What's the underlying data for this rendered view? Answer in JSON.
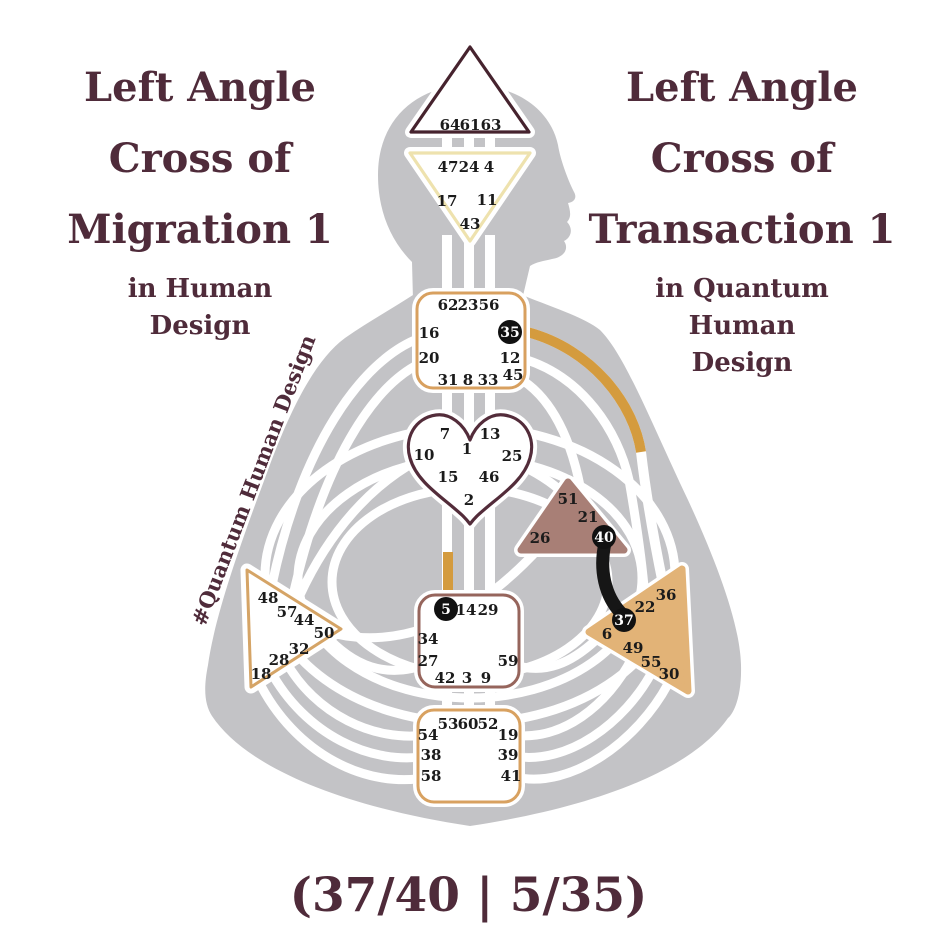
{
  "titles": {
    "left": {
      "lines": [
        "Left Angle",
        "Cross of",
        "Migration 1"
      ],
      "subtitle_lines": [
        "in Human",
        "Design"
      ]
    },
    "right": {
      "lines": [
        "Left Angle",
        "Cross of",
        "Transaction 1"
      ],
      "subtitle_lines": [
        "in Quantum",
        "Human",
        "Design"
      ]
    }
  },
  "watermark": "#Quantum Human Design",
  "cross_label": "(37/40 | 5/35)",
  "gates": {
    "head": [
      "64",
      "61",
      "63"
    ],
    "ajna": [
      "47",
      "24",
      "4",
      "17",
      "11",
      "43"
    ],
    "throat": [
      "62",
      "23",
      "56",
      "16",
      "35",
      "20",
      "12",
      "45",
      "31",
      "8",
      "33"
    ],
    "g_center": [
      "7",
      "13",
      "1",
      "10",
      "25",
      "15",
      "46",
      "2"
    ],
    "ego": [
      "51",
      "21",
      "26",
      "40"
    ],
    "spleen": [
      "48",
      "57",
      "44",
      "50",
      "32",
      "28",
      "18"
    ],
    "sacral": [
      "5",
      "14",
      "29",
      "34",
      "27",
      "59",
      "42",
      "3",
      "9"
    ],
    "solar_plexus": [
      "36",
      "22",
      "37",
      "6",
      "49",
      "55",
      "30"
    ],
    "root": [
      "53",
      "60",
      "52",
      "54",
      "19",
      "38",
      "39",
      "58",
      "41"
    ]
  },
  "activations": {
    "circled_gates": [
      "35",
      "40",
      "5",
      "37"
    ],
    "black_channel_gates": "37/40",
    "gold_channel_gates": "5/35"
  },
  "colors": {
    "title_text": "#4f2b3a",
    "body_gray": "#c3c3c6",
    "channel_white": "#ffffff",
    "gold": "#d49b3e",
    "channel_black": "#161616",
    "head_stroke": "#46232e",
    "ajna_stroke": "#eee2ae",
    "throat_stroke": "#d8a05f",
    "g_stroke": "#532c3a",
    "ego_fill": "#a87f76",
    "spleen_stroke": "#d5a466",
    "sacral_stroke": "#96655c",
    "solar_fill": "#e2b377",
    "root_stroke": "#d8a160",
    "gate_text": "#1b1b1b",
    "circle_fill": "#111111",
    "circle_text": "#ffffff"
  }
}
